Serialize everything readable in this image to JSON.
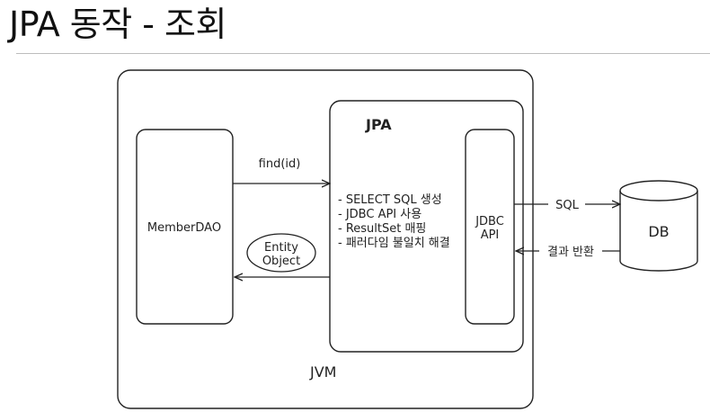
{
  "title": "JPA 동작 - 조회",
  "diagram": {
    "containers": {
      "jvm": "JVM",
      "jpa": "JPA"
    },
    "nodes": {
      "member_dao": "MemberDAO",
      "jdbc_api": [
        "JDBC",
        "API"
      ],
      "db": "DB",
      "entity_object": [
        "Entity",
        "Object"
      ]
    },
    "jpa_tasks": [
      "- SELECT SQL 생성",
      "- JDBC API 사용",
      "- ResultSet 매핑",
      "- 패러다임 불일치 해결"
    ],
    "edges": {
      "find": "find(id)",
      "sql": "SQL",
      "result": "결과 반환"
    }
  }
}
